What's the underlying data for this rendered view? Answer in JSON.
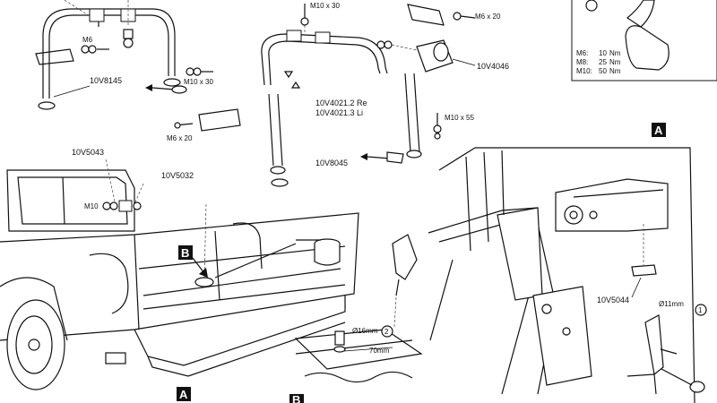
{
  "labels": {
    "bolt_m10x30_top": "M10 x 30",
    "bolt_m6x20_top": "M6 x 20",
    "bolt_m6_left": "M6",
    "bolt_m10x30_left": "M10 x 30",
    "bolt_m6x20_left": "M6 x 20",
    "part_10V8145": "10V8145",
    "part_10V4046": "10V4046",
    "part_10V4021_re": "10V4021.2 Re",
    "part_10V4021_li": "10V4021.3 Li",
    "bolt_m10x55": "M10 x 55",
    "part_10V8045": "10V8045",
    "part_10V5043": "10V5043",
    "part_10V5032": "10V5032",
    "bolt_m10_left": "M10",
    "part_10V5044": "10V5044",
    "dim_16mm": "Ø16mm",
    "dim_11mm": "Ø11mm",
    "dim_70mm": "70mm",
    "step_1": "1",
    "step_2": "2"
  },
  "torque_table": {
    "rows": [
      {
        "size": "M6:",
        "value": "10",
        "unit": "Nm"
      },
      {
        "size": "M8:",
        "value": "25",
        "unit": "Nm"
      },
      {
        "size": "M10:",
        "value": "50",
        "unit": "Nm"
      }
    ]
  },
  "badges": {
    "a_top_right": "A",
    "b_truck": "B",
    "a_bottom": "A",
    "b_bottom": "B"
  }
}
